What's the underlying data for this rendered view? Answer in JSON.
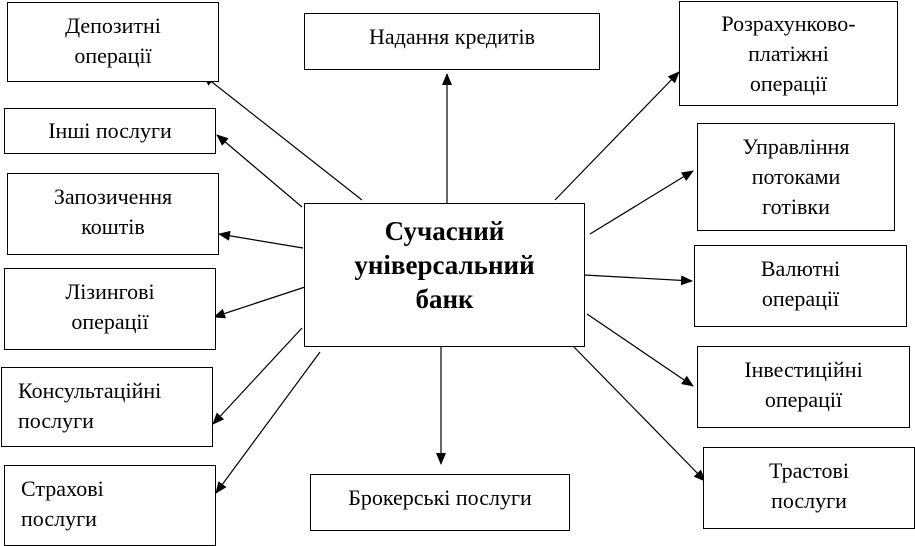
{
  "diagram": {
    "center": {
      "label": "Сучасний\nуніверсальний\nбанк"
    },
    "boxes": {
      "deposit": "Депозитні\nоперації",
      "lending": "Надання кредитів",
      "settlement": "Розрахунково-\nплатіжні\nоперації",
      "other": "Інші послуги",
      "cash_flow": "Управління\nпотоками\nготівки",
      "borrowing": "Запозичення\nкоштів",
      "currency": "Валютні\nоперації",
      "leasing": "Лізингові\nоперації",
      "investment": "Інвестиційні\nоперації",
      "consulting": "Консультаційні\nпослуги",
      "trust": "Трастові\nпослуги",
      "insurance": "Страхові\nпослуги",
      "brokerage": "Брокерські послуги"
    }
  }
}
